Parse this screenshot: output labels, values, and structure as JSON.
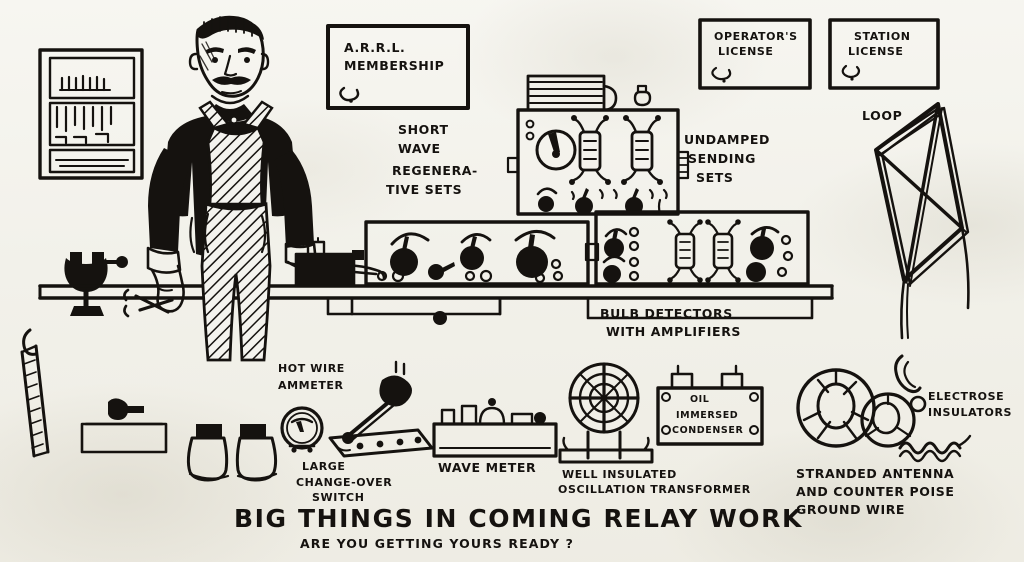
{
  "poster": {
    "title": "BIG THINGS IN COMING RELAY WORK",
    "subtitle": "ARE YOU GETTING YOURS READY ?",
    "medium": "pen-and-ink cartoon illustration"
  },
  "frames": [
    {
      "id": "arrl",
      "lines": [
        "A.R.R.L.",
        "MEMBERSHIP"
      ]
    },
    {
      "id": "operator",
      "lines": [
        "OPERATOR'S",
        "LICENSE"
      ]
    },
    {
      "id": "station",
      "lines": [
        "STATION",
        "LICENSE"
      ]
    }
  ],
  "labels": {
    "short_wave": [
      "SHORT",
      "WAVE",
      "REGENERA-",
      "TIVE SETS"
    ],
    "undamped": [
      "UNDAMPED",
      "SENDING",
      "SETS"
    ],
    "bulb": [
      "BULB  DETECTORS",
      "WITH   AMPLIFIERS"
    ],
    "loop": [
      "LOOP"
    ],
    "hot_wire": [
      "HOT  WIRE",
      "AMMETER"
    ],
    "change_over": [
      "LARGE",
      "CHANGE-OVER",
      "SWITCH"
    ],
    "wavemeter": [
      "WAVE METER"
    ],
    "oscillation": [
      "WELL  INSULATED",
      "OSCILLATION  TRANSFORMER"
    ],
    "condenser": [
      "OIL",
      "IMMERSED",
      "CONDENSER"
    ],
    "electrose": [
      "ELECTROSE",
      "INSULATORS"
    ],
    "antenna": [
      "STRANDED  ANTENNA",
      "AND   COUNTER POISE",
      "GROUND  WIRE"
    ]
  },
  "figure": {
    "description": "radio amateur standing in bib overalls holding pliers"
  },
  "colors": {
    "ink": "#15120f",
    "paper": "#f4f3ee",
    "paper_shadow": "#e9e7de"
  }
}
